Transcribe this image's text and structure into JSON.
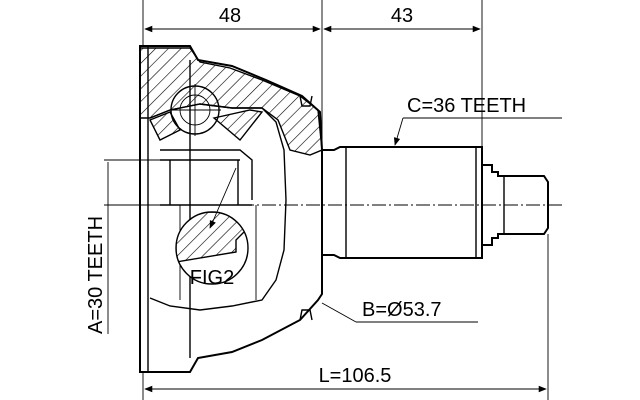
{
  "dimensions": {
    "top_left": "48",
    "top_right": "43",
    "bottom_total": "L=106.5",
    "right_spline": "C=36 TEETH",
    "left_spline": "A=30 TEETH",
    "diameter": "B=Ø53.7"
  },
  "callout": {
    "figure_label": "FIG2"
  }
}
